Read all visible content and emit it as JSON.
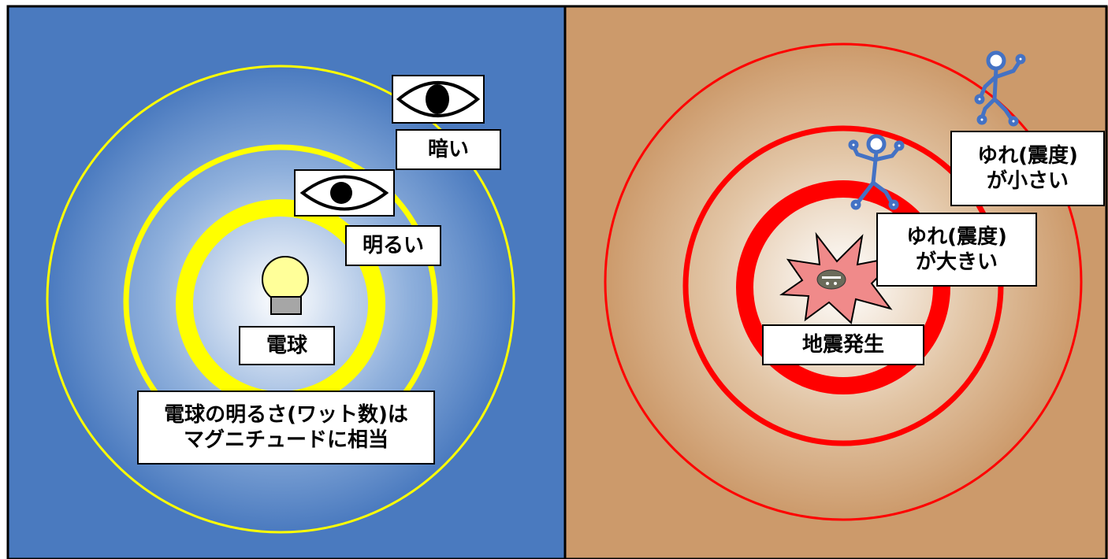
{
  "left_panel": {
    "background_color": "#4a7abf",
    "ring_color": "#ffff00",
    "bulb_label": "電球",
    "bright_label": "明るい",
    "dark_label": "暗い",
    "caption_line1": "電球の明るさ(ワット数)は",
    "caption_line2": "マグニチュードに相当",
    "icons": [
      "lightbulb-icon",
      "eye-icon"
    ]
  },
  "right_panel": {
    "background_color": "#cc9a6b",
    "ring_color": "#ff0000",
    "epicenter_label": "地震発生",
    "large_shaking_line1": "ゆれ(震度)",
    "large_shaking_line2": "が大きい",
    "small_shaking_line1": "ゆれ(震度)",
    "small_shaking_line2": "が小さい",
    "icons": [
      "explosion-icon",
      "person-shaking-icon"
    ]
  }
}
